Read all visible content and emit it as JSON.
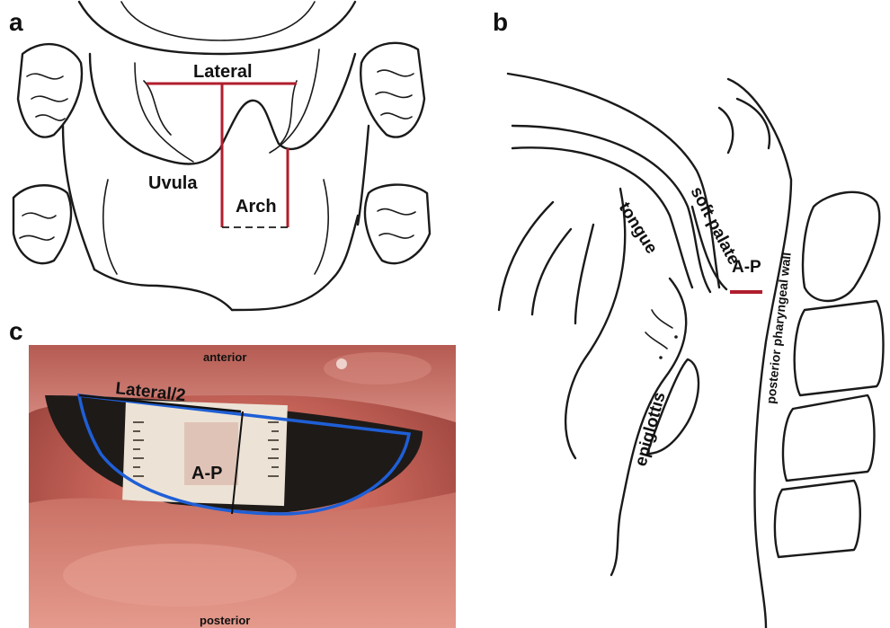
{
  "panels": [
    {
      "letter": "a",
      "labels": {
        "lateral": "Lateral",
        "uvula": "Uvula",
        "arch": "Arch"
      }
    },
    {
      "letter": "b",
      "labels": {
        "soft_palate": "soft palate",
        "tongue": "tongue",
        "ap": "A-P",
        "posterior_wall": "posterior pharyngeal wall",
        "epiglottis": "epiglottis"
      }
    },
    {
      "letter": "c",
      "labels": {
        "anterior": "anterior",
        "posterior": "posterior",
        "lateral_half": "Lateral/2",
        "ap": "A-P"
      }
    }
  ],
  "colors": {
    "measure_line": "#b01e2e",
    "outline": "#1f5fd6",
    "ink": "#1a1a1a"
  }
}
